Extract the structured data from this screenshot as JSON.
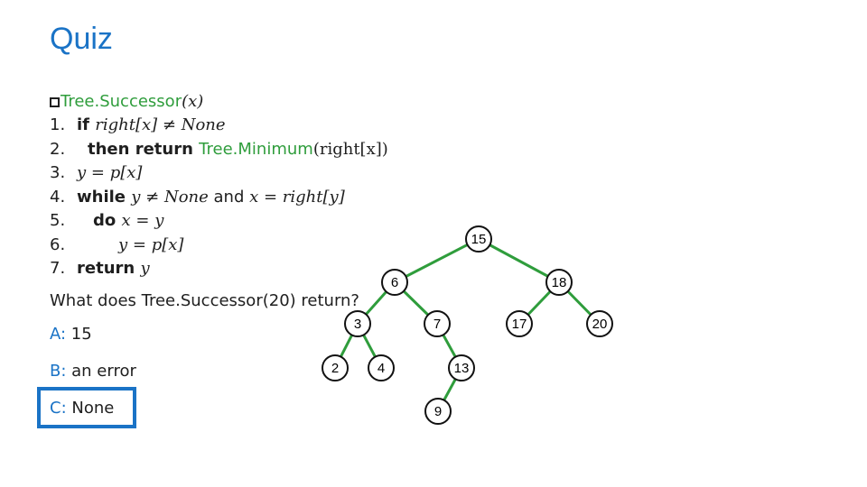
{
  "slide": {
    "title": "Quiz",
    "header": {
      "fn": "Tree.Successor",
      "arg": "(x)"
    },
    "lines": [
      {
        "num": "1.",
        "parts": [
          {
            "t": "if ",
            "c": "kw"
          },
          {
            "t": "right[x] ≠ None",
            "c": "math"
          }
        ]
      },
      {
        "num": "2.",
        "indent": 12,
        "parts": [
          {
            "t": "then return ",
            "c": "kw"
          },
          {
            "t": "Tree.Minimum",
            "c": "fn"
          },
          {
            "t": "(right[x])",
            "c": "mathr"
          }
        ]
      },
      {
        "num": "3.",
        "parts": [
          {
            "t": "y = p[x]",
            "c": "math"
          }
        ]
      },
      {
        "num": "4.",
        "parts": [
          {
            "t": "while ",
            "c": "kw"
          },
          {
            "t": "y ≠ None",
            "c": "math"
          },
          {
            "t": " and ",
            "c": ""
          },
          {
            "t": "x = right[y]",
            "c": "math"
          }
        ]
      },
      {
        "num": "5.",
        "indent": 18,
        "parts": [
          {
            "t": "do ",
            "c": "kw"
          },
          {
            "t": "x = y",
            "c": "math"
          }
        ]
      },
      {
        "num": "6.",
        "indent": 46,
        "parts": [
          {
            "t": "y = p[x]",
            "c": "math"
          }
        ]
      },
      {
        "num": "7.",
        "parts": [
          {
            "t": "return ",
            "c": "kw"
          },
          {
            "t": "y",
            "c": "math"
          }
        ]
      }
    ],
    "question": "What does Tree.Successor(20) return?",
    "options": [
      {
        "label": "A:",
        "text": " 15"
      },
      {
        "label": "B:",
        "text": " an error"
      },
      {
        "label": "C:",
        "text": " None"
      }
    ],
    "selected_option": "C"
  },
  "tree": {
    "edge_color": "#2f9d3c",
    "nodes": [
      {
        "id": "n15",
        "label": "15"
      },
      {
        "id": "n6",
        "label": "6"
      },
      {
        "id": "n18",
        "label": "18"
      },
      {
        "id": "n3",
        "label": "3"
      },
      {
        "id": "n7",
        "label": "7"
      },
      {
        "id": "n17",
        "label": "17"
      },
      {
        "id": "n20",
        "label": "20"
      },
      {
        "id": "n2",
        "label": "2"
      },
      {
        "id": "n4",
        "label": "4"
      },
      {
        "id": "n13",
        "label": "13"
      },
      {
        "id": "n9",
        "label": "9"
      }
    ],
    "edges": [
      [
        "n15",
        "n6"
      ],
      [
        "n15",
        "n18"
      ],
      [
        "n6",
        "n3"
      ],
      [
        "n6",
        "n7"
      ],
      [
        "n18",
        "n17"
      ],
      [
        "n18",
        "n20"
      ],
      [
        "n3",
        "n2"
      ],
      [
        "n3",
        "n4"
      ],
      [
        "n7",
        "n13"
      ],
      [
        "n13",
        "n9"
      ]
    ]
  }
}
